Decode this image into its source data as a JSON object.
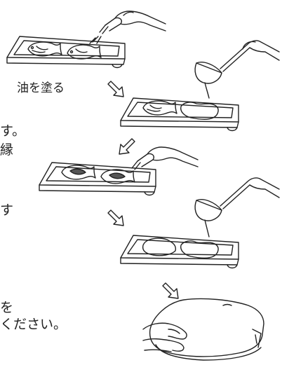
{
  "labels": {
    "oil_caption": "油を塗る"
  },
  "text_fragments": {
    "line1": "す。",
    "line2": "縁",
    "line3": "す",
    "line4": "を",
    "line5": "ください。"
  }
}
